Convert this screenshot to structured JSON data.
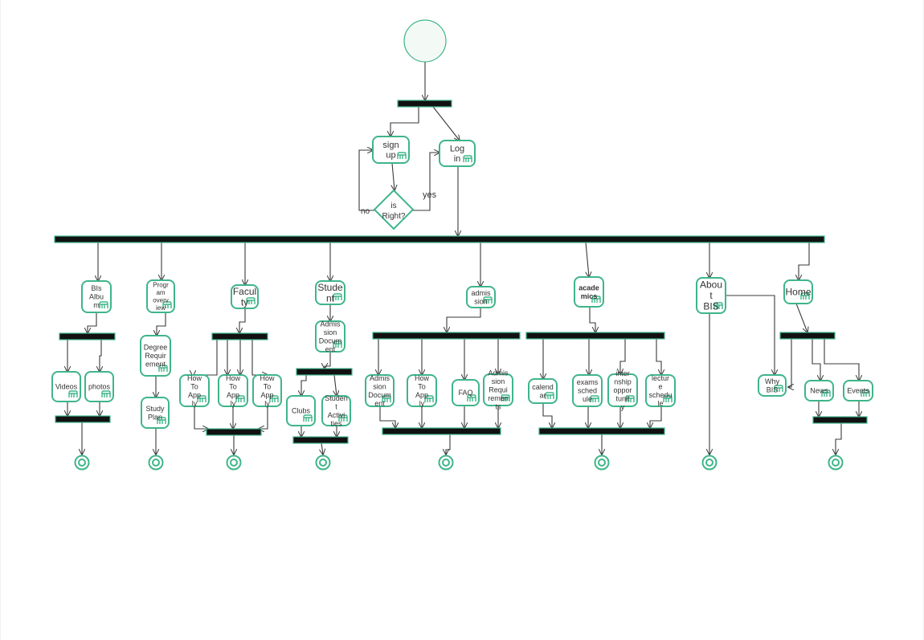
{
  "colors": {
    "accent": "#3fb58a",
    "node_fill": "#ffffff",
    "start_fill": "#f3faf6",
    "bar": "#111111",
    "edge": "#3a3a3a",
    "text": "#333333"
  },
  "nodes": {
    "signup": "sign up",
    "login": "Log in",
    "is_right": "is Right?",
    "bis_album": "BIs Album",
    "program_overview": "Program overview",
    "faculty": "Faculty",
    "student": "Student",
    "admission": "admission",
    "academics": "academics",
    "about_bis": "About BIS",
    "home": "Home",
    "videos": "Videos",
    "photos": "photos",
    "degree_requirement": "Degree Requirement",
    "study_plan": "Study Plan",
    "how_to_apply_1": "How To Apply",
    "how_to_apply_2": "How To Apply",
    "how_to_apply_3": "How To Apply",
    "admission_document_student": "Admission Document",
    "clubs": "Clubs",
    "student_activities": "Student Activities",
    "admission_document": "Admission Document",
    "how_to_apply_4": "How To Apply",
    "faq": "FAQ",
    "admission_requirements": "Admission Requirements",
    "calendar": "calendar",
    "exams_schedule": "exams schedule",
    "internship_opportunity": "internship opportunity",
    "lecture_schedule": "lecture schedule",
    "why_bis": "Why BIS",
    "news": "News",
    "events": "Events"
  },
  "edge_labels": {
    "yes": "yes",
    "no": "no"
  },
  "icon": "activity-icon"
}
